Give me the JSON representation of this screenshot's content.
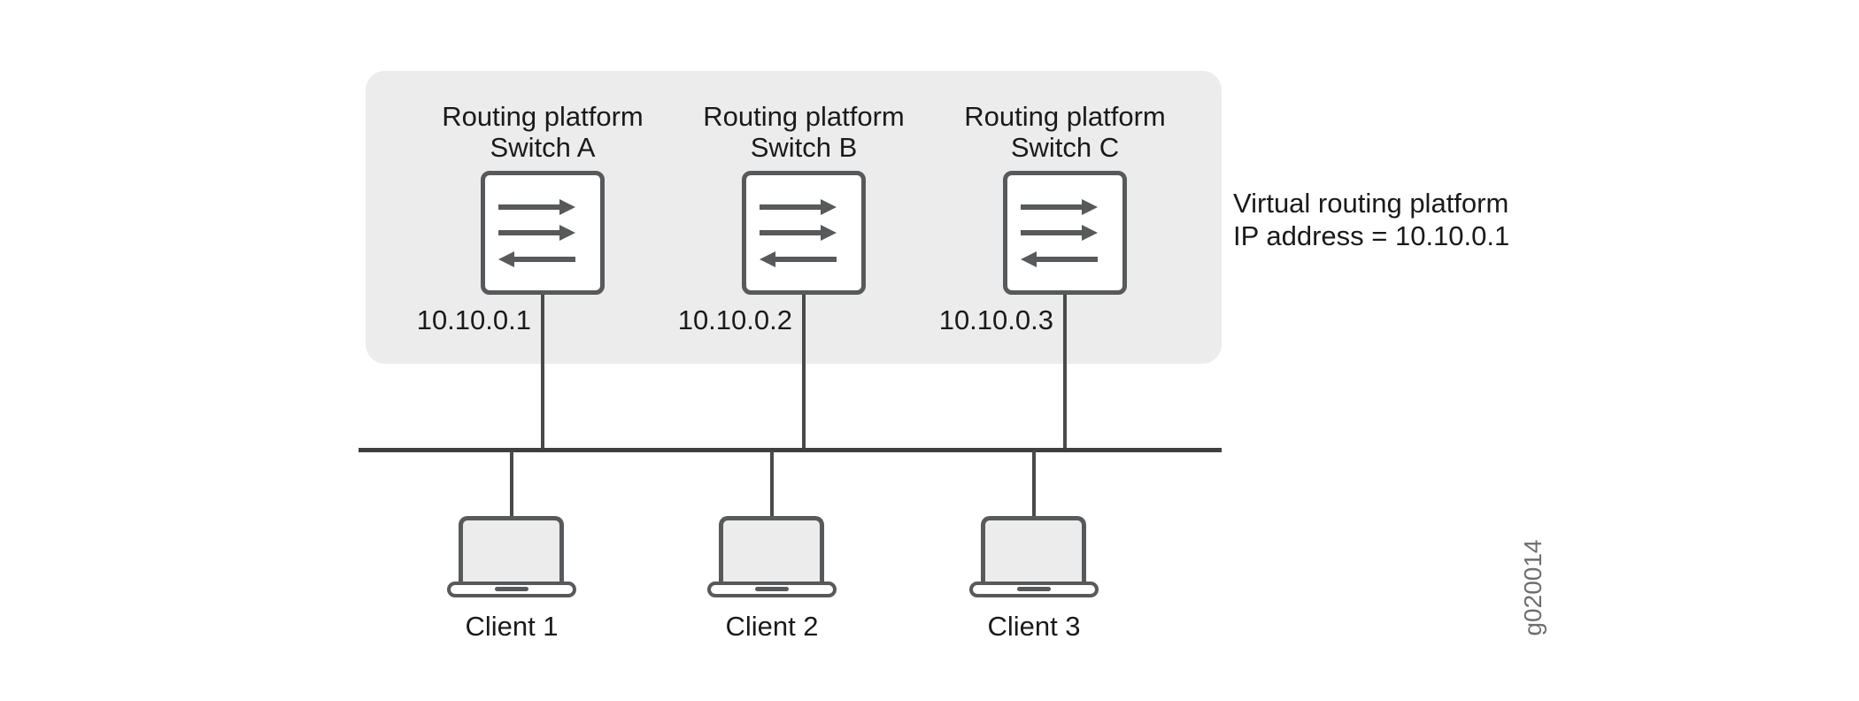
{
  "diagram": {
    "annotation": {
      "line1": "Virtual routing platform",
      "line2": "IP address = 10.10.0.1"
    },
    "switches": [
      {
        "label_line1": "Routing platform",
        "label_line2": "Switch A",
        "ip": "10.10.0.1"
      },
      {
        "label_line1": "Routing platform",
        "label_line2": "Switch B",
        "ip": "10.10.0.2"
      },
      {
        "label_line1": "Routing platform",
        "label_line2": "Switch C",
        "ip": "10.10.0.3"
      }
    ],
    "clients": [
      {
        "label": "Client 1"
      },
      {
        "label": "Client 2"
      },
      {
        "label": "Client 3"
      }
    ],
    "figure_id": "g020014",
    "colors": {
      "container_bg": "#ececec",
      "stroke_dark": "#58595b",
      "line": "#4a4a4a",
      "line_dark": "#3f3f3f",
      "laptop_screen": "#ececec",
      "text": "#1a1a1a",
      "figure_id_color": "#6e6e6e"
    }
  }
}
